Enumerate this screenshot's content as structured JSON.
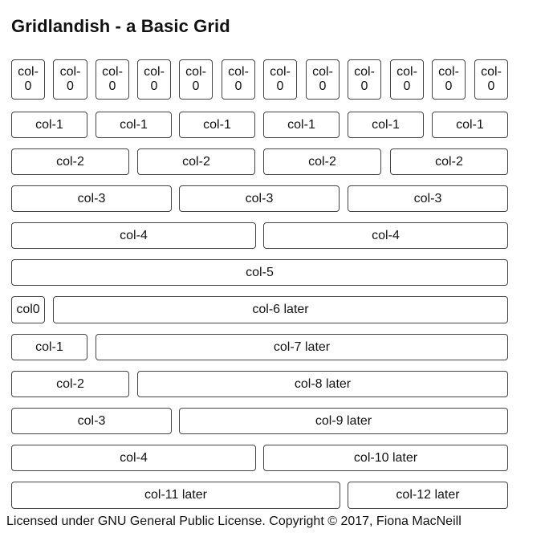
{
  "page": {
    "title": "Gridlandish - a Basic Grid",
    "footer": "Licensed under GNU General Public License. Copyright © 2017, Fiona MacNeill"
  },
  "rows": [
    {
      "cells": [
        "col-\n0",
        "col-\n0",
        "col-\n0",
        "col-\n0",
        "col-\n0",
        "col-\n0",
        "col-\n0",
        "col-\n0",
        "col-\n0",
        "col-\n0",
        "col-\n0",
        "col-\n0"
      ]
    },
    {
      "cells": [
        "col-1",
        "col-1",
        "col-1",
        "col-1",
        "col-1",
        "col-1"
      ]
    },
    {
      "cells": [
        "col-2",
        "col-2",
        "col-2",
        "col-2"
      ]
    },
    {
      "cells": [
        "col-3",
        "col-3",
        "col-3"
      ]
    },
    {
      "cells": [
        "col-4",
        "col-4"
      ]
    },
    {
      "cells": [
        "col-5"
      ]
    },
    {
      "cells": [
        "col0",
        "col-6 later"
      ]
    },
    {
      "cells": [
        "col-1",
        "col-7 later"
      ]
    },
    {
      "cells": [
        "col-2",
        "col-8 later"
      ]
    },
    {
      "cells": [
        "col-3",
        "col-9 later"
      ]
    },
    {
      "cells": [
        "col-4",
        "col-10 later"
      ]
    },
    {
      "cells": [
        "col-11 later",
        "col-12 later"
      ]
    }
  ]
}
